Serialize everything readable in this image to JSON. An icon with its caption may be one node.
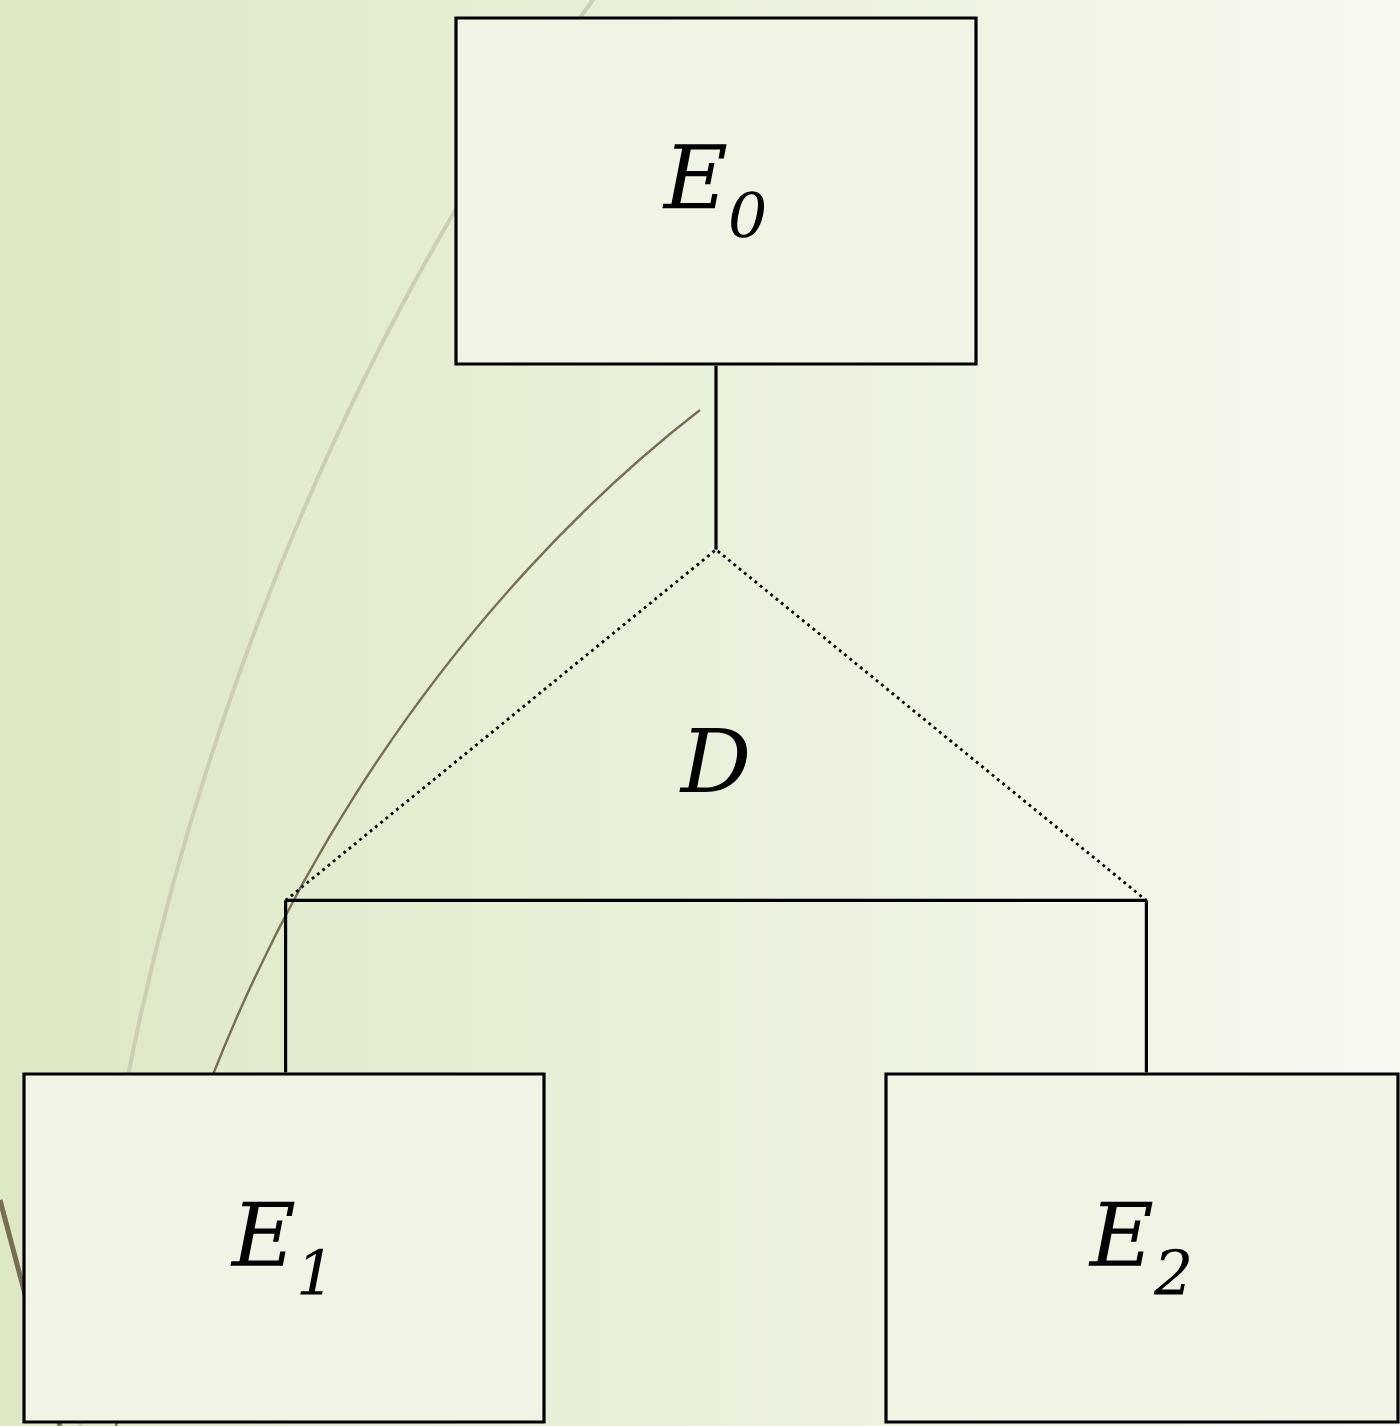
{
  "diagram": {
    "nodes": [
      {
        "text": [
          "E$_{0}$"
        ]
      },
      {
        "text": [
          "D"
        ]
      },
      {
        "text": [
          "E$_{1}$"
        ]
      },
      {
        "text": [
          "E$_{2}$"
        ]
      }
    ],
    "edges": [
      {
        "from": 0,
        "to": 1,
        "arrow": "none"
      },
      {
        "from": 1,
        "to": 2,
        "arrow": "none"
      },
      {
        "from": 1,
        "to": 3,
        "arrow": "none"
      }
    ]
  }
}
